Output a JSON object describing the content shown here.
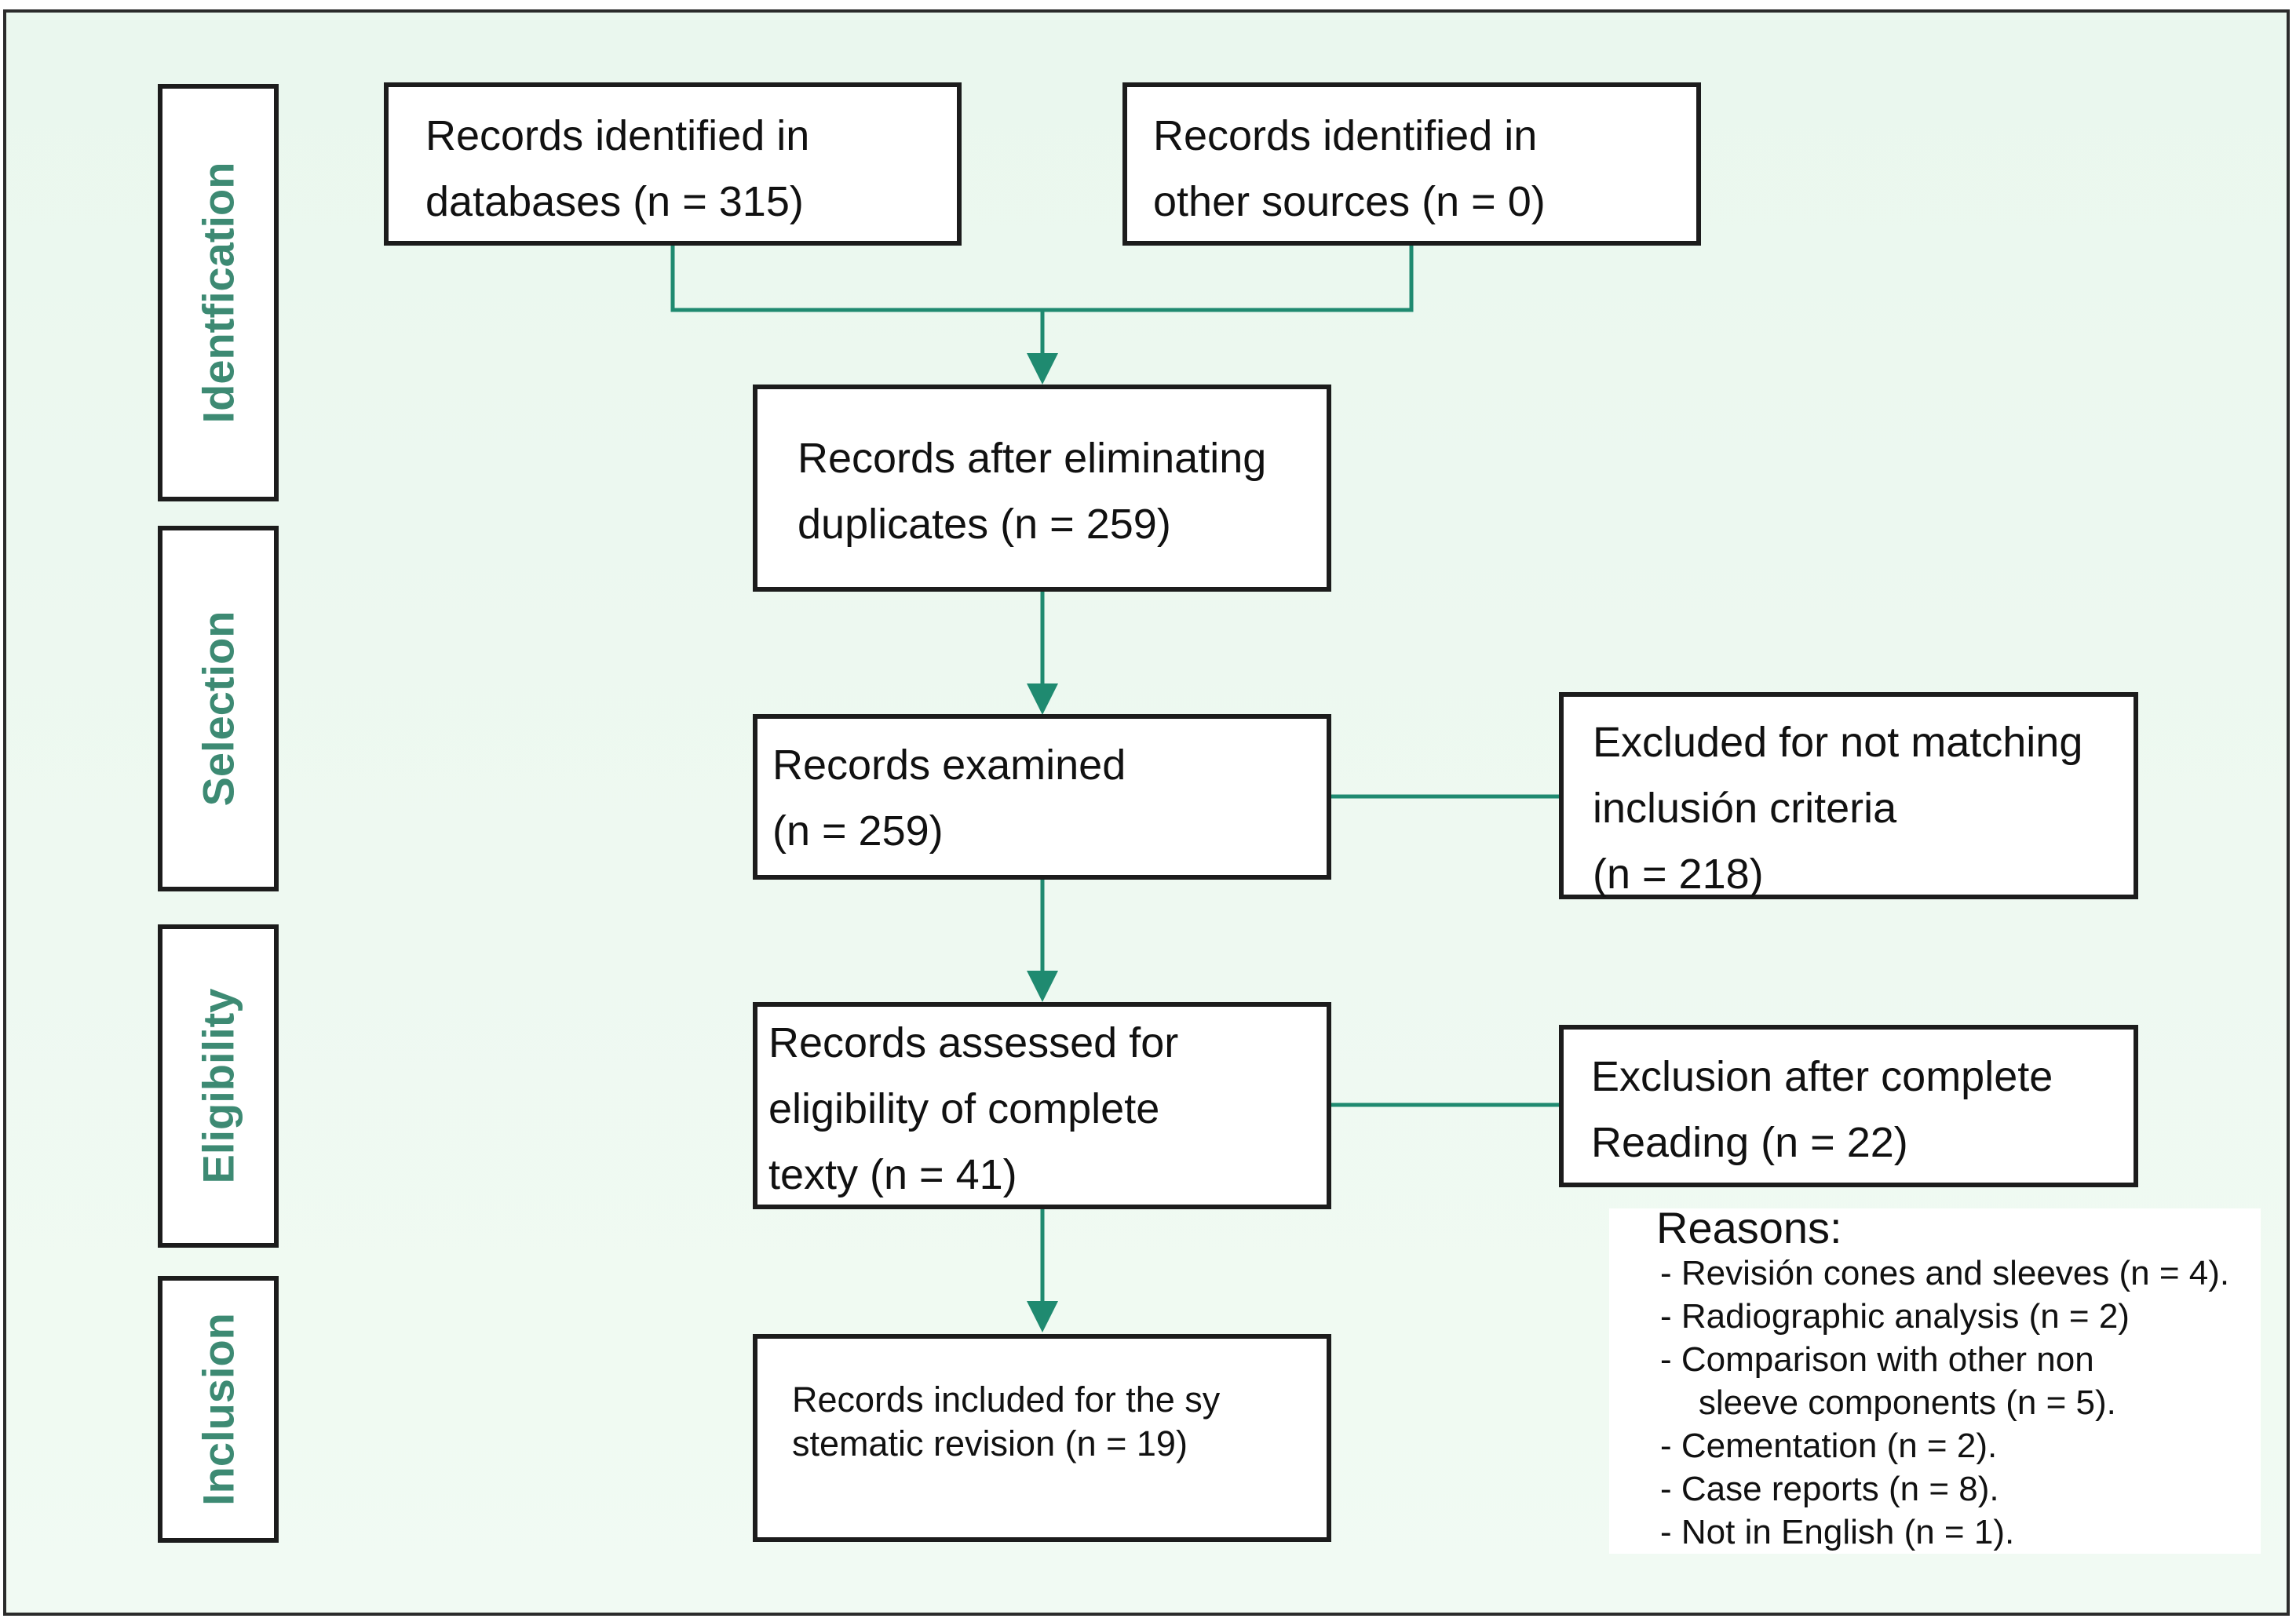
{
  "stages": [
    {
      "id": "identification",
      "label": "Identfication"
    },
    {
      "id": "selection",
      "label": "Selection"
    },
    {
      "id": "eligibility",
      "label": "Eligibility"
    },
    {
      "id": "inclusion",
      "label": "Inclusion"
    }
  ],
  "boxes": {
    "records_databases": {
      "lines": [
        "Records identified in",
        "databases (n = 315)"
      ]
    },
    "records_other_sources": {
      "lines": [
        "Records identified in",
        "other sources (n = 0)"
      ]
    },
    "after_duplicates": {
      "lines": [
        "Records after eliminating",
        "duplicates (n = 259)"
      ]
    },
    "examined": {
      "lines": [
        "Records examined",
        "(n = 259)"
      ]
    },
    "excluded_criteria": {
      "lines": [
        "Excluded for not matching",
        "inclusión criteria",
        "(n = 218)"
      ]
    },
    "assessed_eligibility": {
      "lines": [
        "Records assessed for",
        "eligibility of complete",
        "texty (n = 41)"
      ]
    },
    "excluded_reading": {
      "lines": [
        "Exclusion after complete",
        "Reading (n = 22)"
      ]
    },
    "included": {
      "lines": [
        "Records included for the sy",
        "stematic revision (n = 19)"
      ]
    }
  },
  "reasons": {
    "title": "Reasons:",
    "items": [
      "-  Revisión cones and sleeves (n = 4).",
      "-  Radiographic analysis (n = 2)",
      "-  Comparison with other non",
      "    sleeve components (n = 5).",
      "-  Cementation (n = 2).",
      "-  Case reports (n = 8).",
      "-  Not in English (n = 1)."
    ]
  },
  "colors": {
    "connector": "#1f8a70",
    "stage_text": "#3d8a73",
    "background": "#eaf7ee"
  }
}
